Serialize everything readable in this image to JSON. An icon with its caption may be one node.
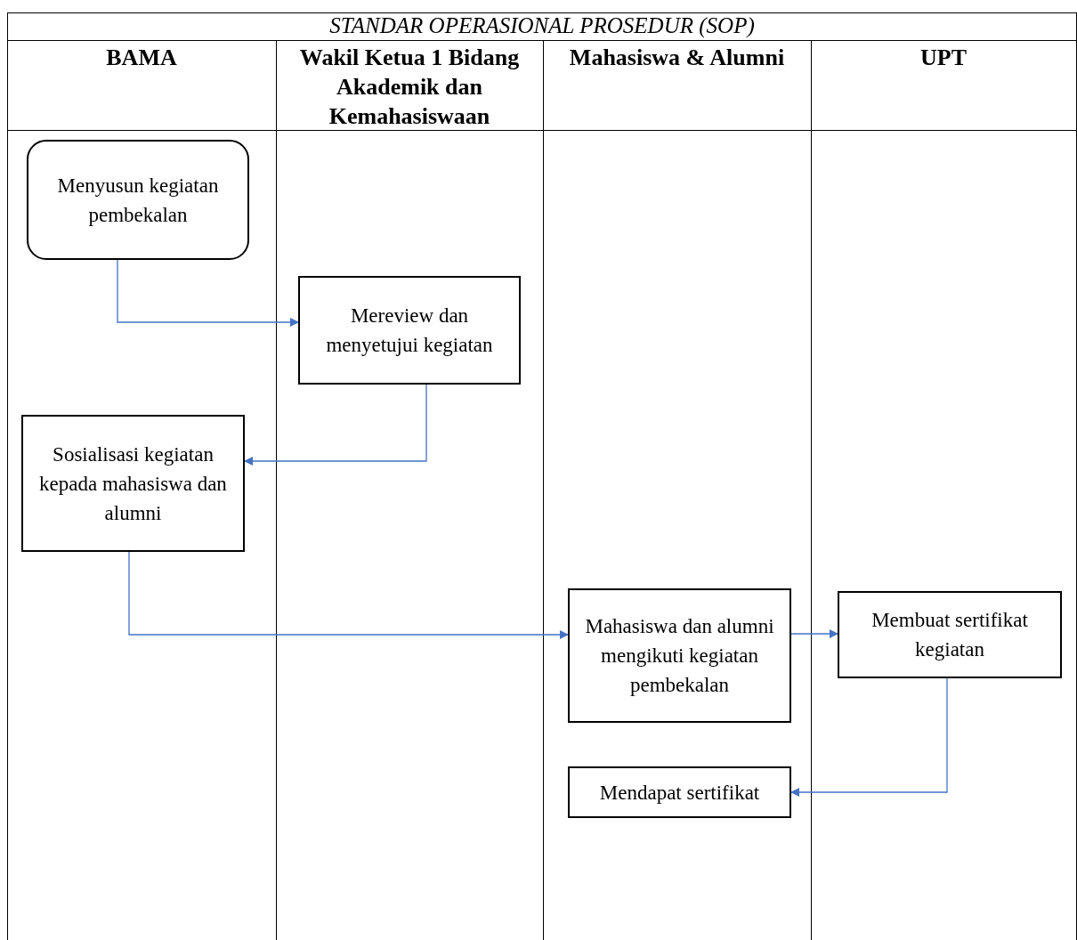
{
  "diagram": {
    "title": "STANDAR OPERASIONAL PROSEDUR (SOP)",
    "nodes": [
      {
        "text": [
          "Menyusun kegiatan pembekalan"
        ]
      },
      {
        "text": [
          "Mereview dan menyetujui kegiatan"
        ]
      },
      {
        "text": [
          "Sosialisasi kegiatan kepada mahasiswa dan alumni"
        ]
      },
      {
        "text": [
          "Mahasiswa dan alumni mengikuti kegiatan pembekalan"
        ]
      },
      {
        "text": [
          "Membuat sertifikat kegiatan"
        ]
      },
      {
        "text": [
          "Mendapat sertifikat"
        ]
      }
    ],
    "edges": [
      {
        "from": 0,
        "to": 1,
        "arrow": "to",
        "color": "#4472c4"
      },
      {
        "from": 1,
        "to": 2,
        "arrow": "to",
        "color": "#4472c4"
      },
      {
        "from": 2,
        "to": 3,
        "arrow": "to",
        "color": "#4472c4"
      },
      {
        "from": 3,
        "to": 4,
        "arrow": "to",
        "color": "#4472c4"
      },
      {
        "from": 4,
        "to": 5,
        "arrow": "to",
        "color": "#4472c4"
      }
    ],
    "labels": [
      "BAMA",
      "Wakil Ketua 1 Bidang Akademik dan Kemahasiswaan",
      "Mahasiswa & Alumni",
      "UPT"
    ]
  }
}
